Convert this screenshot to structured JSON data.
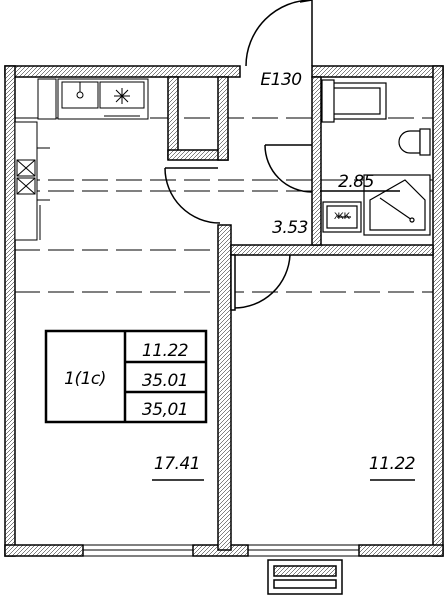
{
  "plan": {
    "door_label": "E130",
    "apartment_type": "1(1с)",
    "summary_values": [
      "11.22",
      "35.01",
      "35,01"
    ],
    "rooms": {
      "kitchen_living": "17.41",
      "bedroom": "11.22",
      "bathroom": "2.85",
      "hallway": "3.53"
    },
    "washer_label": "ЖК"
  },
  "colors": {
    "wall_fill": "#ffffff",
    "line": "#000000"
  }
}
